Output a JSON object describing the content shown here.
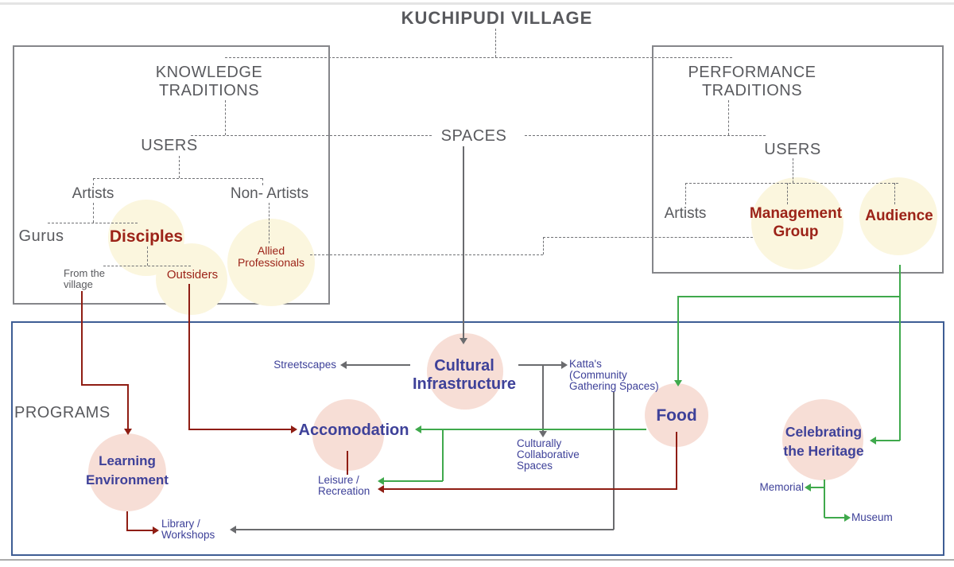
{
  "title": "KUCHIPUDI VILLAGE",
  "spaces": "SPACES",
  "knowledge": {
    "title": [
      "KNOWLEDGE",
      "TRADITIONS"
    ],
    "users": "USERS",
    "artists": "Artists",
    "non_artists": "Non- Artists",
    "gurus": "Gurus",
    "disciples": "Disciples",
    "from_village": [
      "From the",
      "village"
    ],
    "outsiders": "Outsiders",
    "allied": [
      "Allied",
      "Professionals"
    ]
  },
  "performance": {
    "title": [
      "PERFORMANCE",
      "TRADITIONS"
    ],
    "users": "USERS",
    "artists": "Artists",
    "management": [
      "Management",
      "Group"
    ],
    "audience": "Audience"
  },
  "programs": {
    "label": "PROGRAMS",
    "learning": [
      "Learning",
      "Environment"
    ],
    "accomodation": "Accomodation",
    "cultural": [
      "Cultural",
      "Infrastructure"
    ],
    "streetscapes": "Streetscapes",
    "kattas": [
      "Katta's",
      "(Community",
      "Gathering Spaces)"
    ],
    "culturally": [
      "Culturally",
      "Collaborative",
      "Spaces"
    ],
    "food": "Food",
    "celebrating": [
      "Celebrating",
      "the Heritage"
    ],
    "leisure": [
      "Leisure /",
      "Recreation"
    ],
    "library": [
      "Library /",
      "Workshops"
    ],
    "memorial": "Memorial",
    "museum": "Museum"
  },
  "colors": {
    "heading_gray": "#58595d",
    "line_gray": "#6a6b6e",
    "dashed_gray": "#717276",
    "dark_red": "#8f1d13",
    "red_text": "#9c2318",
    "navy": "#3e4199",
    "green": "#3fa94c",
    "pink_circle": "#f7ded6",
    "yellow_circle": "#fbf6de",
    "programs_border": "#3e5d94"
  }
}
